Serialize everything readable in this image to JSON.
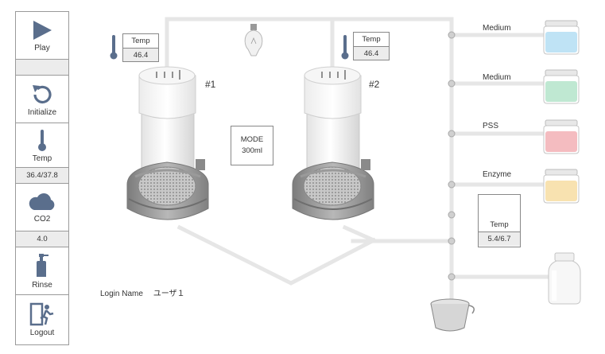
{
  "sidebar": {
    "play_label": "Play",
    "initialize_label": "Initialize",
    "temp_label": "Temp",
    "temp_value": "36.4/37.8",
    "co2_label": "CO2",
    "co2_value": "4.0",
    "rinse_label": "Rinse",
    "logout_label": "Logout"
  },
  "chamber1": {
    "temp_label": "Temp",
    "temp_value": "46.4",
    "number": "#1"
  },
  "chamber2": {
    "temp_label": "Temp",
    "temp_value": "46.4",
    "number": "#2"
  },
  "mode": {
    "label": "MODE",
    "value": "300ml"
  },
  "reagents": [
    {
      "label": "Medium",
      "color": "#bfe3f5"
    },
    {
      "label": "Medium",
      "color": "#bfe8d2"
    },
    {
      "label": "PSS",
      "color": "#f4bcc0"
    },
    {
      "label": "Enzyme",
      "color": "#f8e2b0"
    }
  ],
  "waste_temp": {
    "label": "Temp",
    "value": "5.4/6.7"
  },
  "login": {
    "label": "Login Name",
    "user": "ユーザ１"
  },
  "colors": {
    "accent": "#5a6e8c",
    "pipe": "#e6e6e6",
    "border": "#9a9a9a",
    "value_bg": "#ececec"
  }
}
